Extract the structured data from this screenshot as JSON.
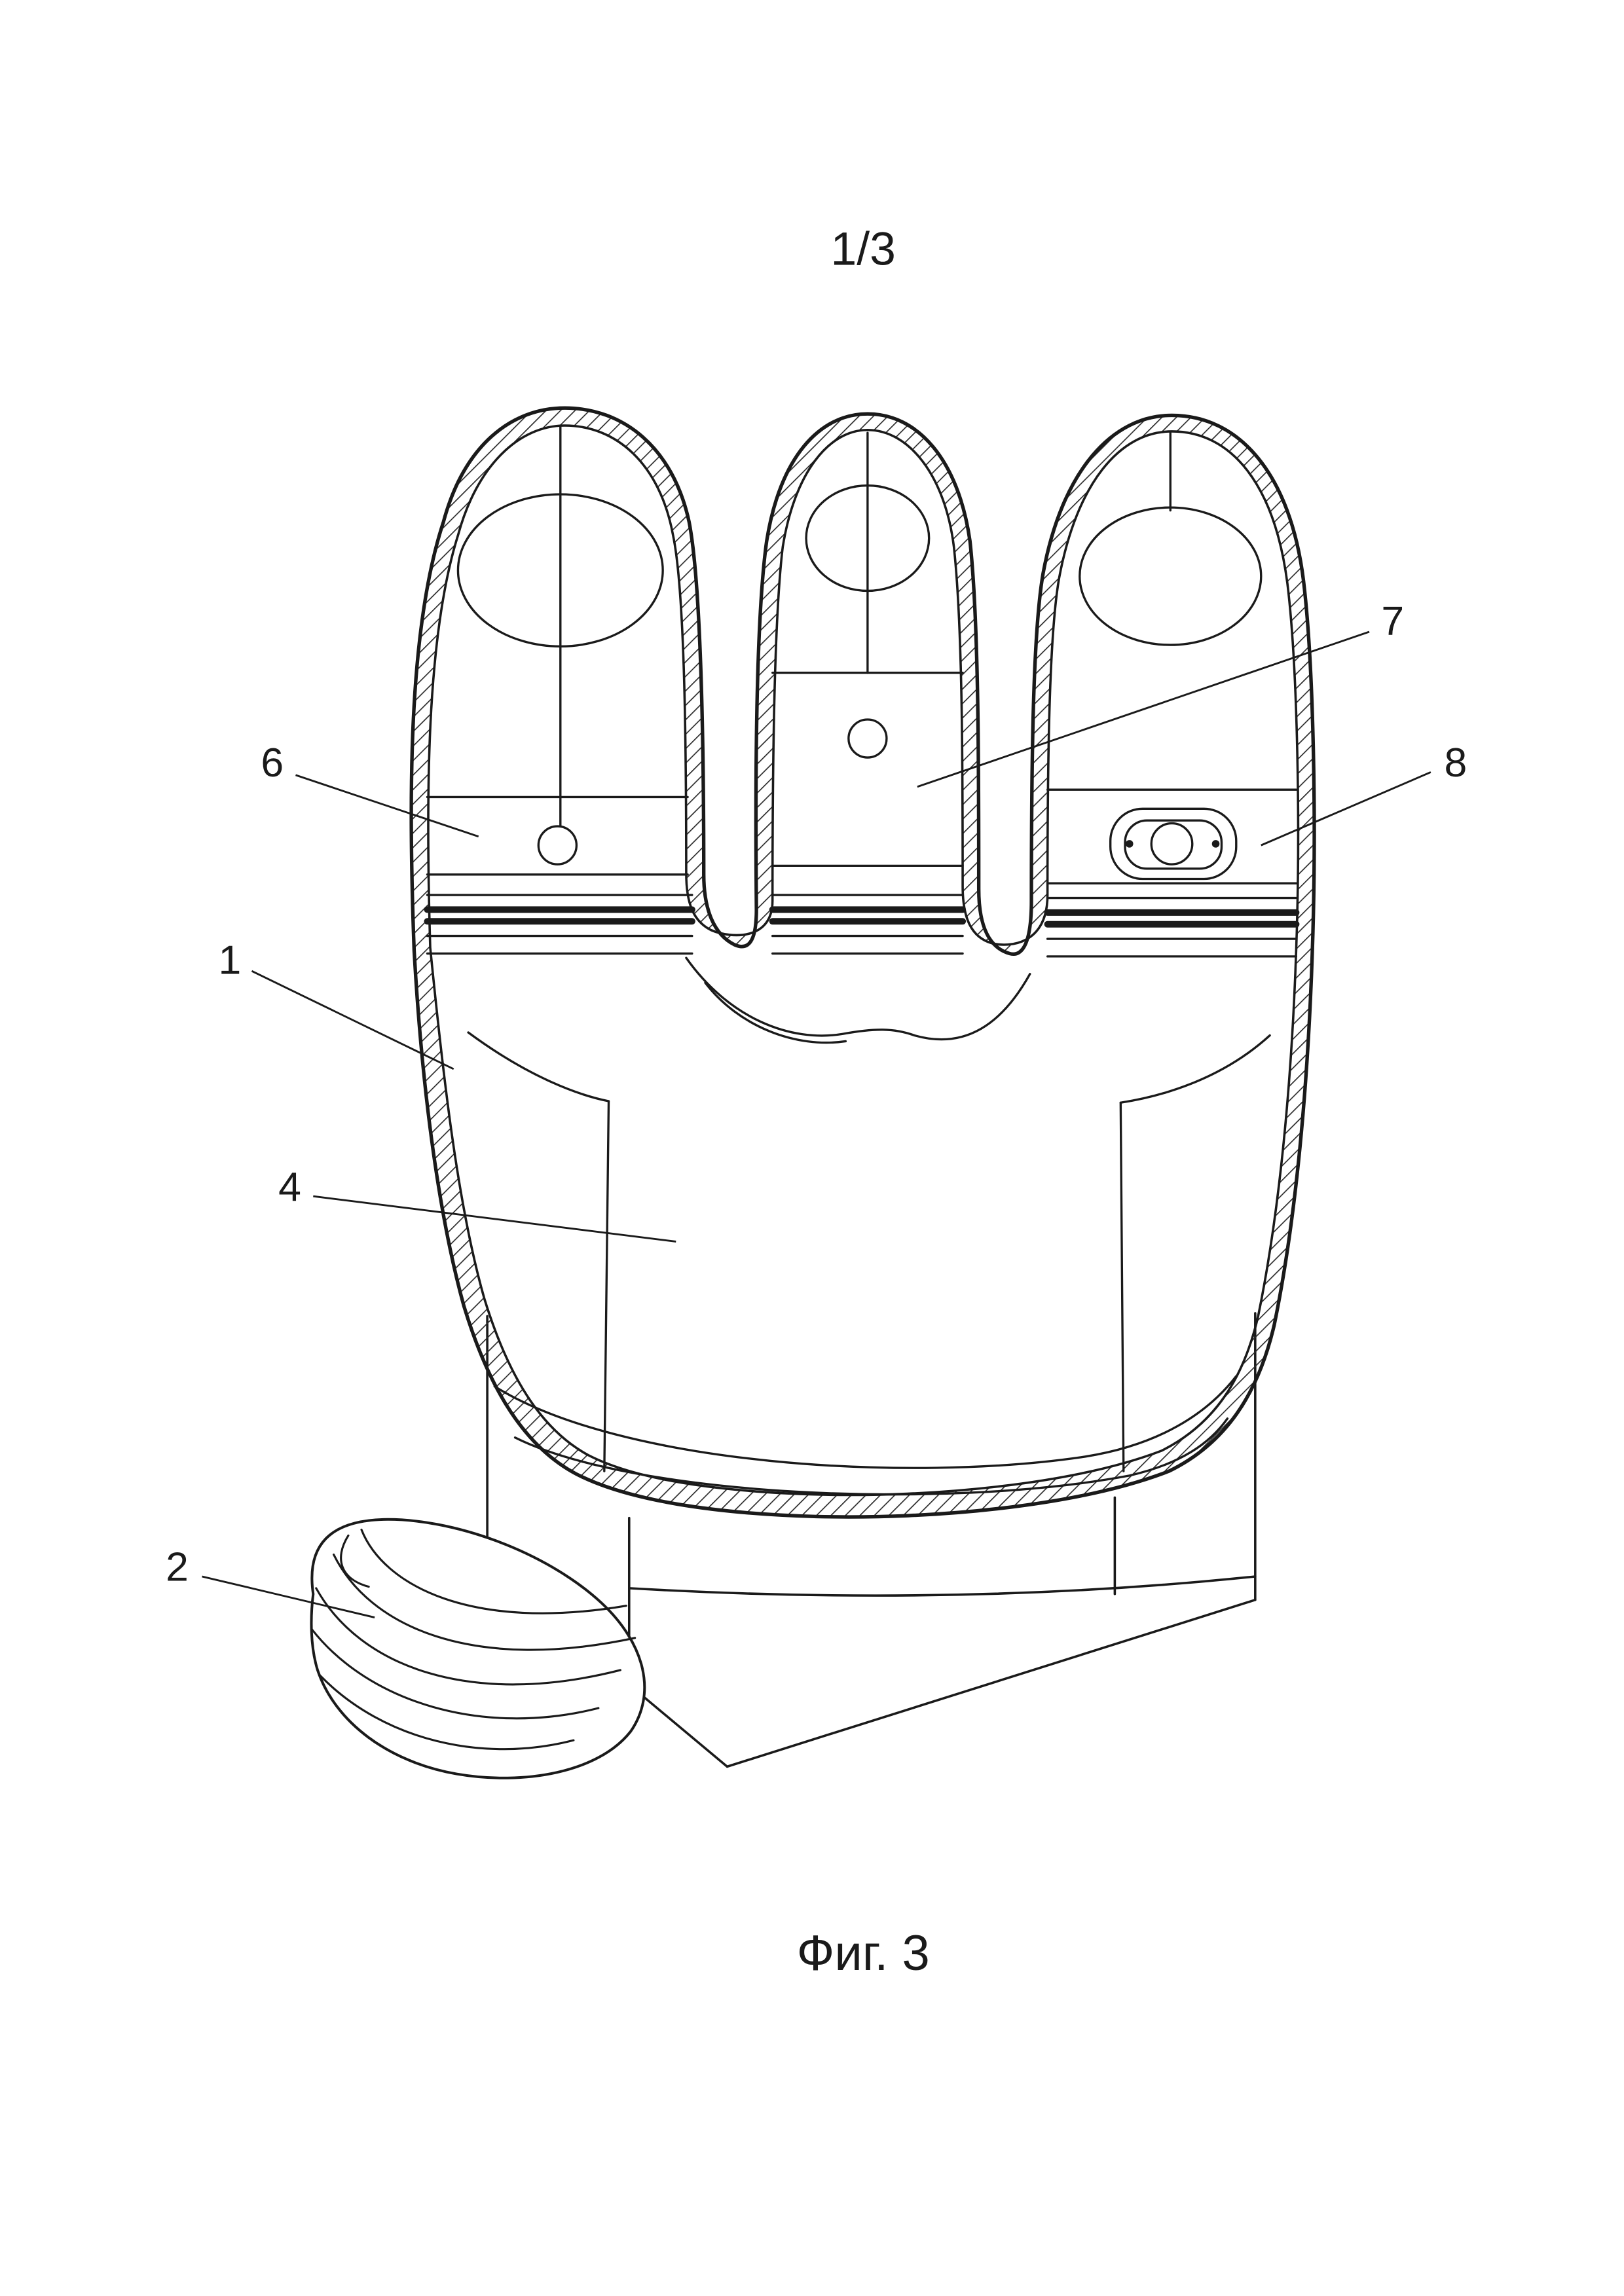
{
  "page": {
    "sheet_index": "1/3",
    "figure_caption": "Фиг. 3"
  },
  "figure": {
    "kind": "patent-line-drawing",
    "subject": "three-finger prosthetic hand cosmetic shell, palm-side view with thumb stump",
    "colors": {
      "ink": "#1a1a1a",
      "paper": "#ffffff"
    },
    "callouts": {
      "n1": "1",
      "n2": "2",
      "n4": "4",
      "n6": "6",
      "n7": "7",
      "n8": "8"
    }
  }
}
